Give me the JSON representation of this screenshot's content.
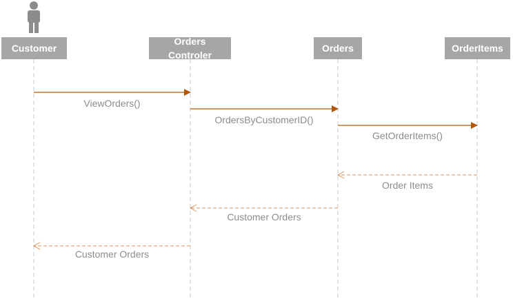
{
  "diagram": {
    "participants": [
      {
        "id": "customer",
        "lines": [
          "Customer"
        ],
        "person_icon": true
      },
      {
        "id": "orders-controller",
        "lines": [
          "Orders",
          "Controler"
        ],
        "person_icon": false
      },
      {
        "id": "orders",
        "lines": [
          "Orders"
        ],
        "person_icon": false
      },
      {
        "id": "order-items",
        "lines": [
          "OrderItems"
        ],
        "person_icon": false
      }
    ],
    "messages": [
      {
        "from": "customer",
        "to": "orders-controller",
        "label": "ViewOrders()",
        "kind": "call"
      },
      {
        "from": "orders-controller",
        "to": "orders",
        "label": "OrdersByCustomerID()",
        "kind": "call"
      },
      {
        "from": "orders",
        "to": "order-items",
        "label": "GetOrderItems()",
        "kind": "call"
      },
      {
        "from": "order-items",
        "to": "orders",
        "label": "Order Items",
        "kind": "return"
      },
      {
        "from": "orders",
        "to": "orders-controller",
        "label": "Customer Orders",
        "kind": "return"
      },
      {
        "from": "orders-controller",
        "to": "customer",
        "label": "Customer Orders",
        "kind": "return"
      }
    ],
    "colors": {
      "box": "#a6a6a6",
      "box_text": "#ffffff",
      "lifeline": "#c8c8c8",
      "call_arrow": "#b4570a",
      "return_arrow": "#d9915c",
      "label_text": "#8c8c8c",
      "person_icon": "#8c8c8c"
    }
  }
}
